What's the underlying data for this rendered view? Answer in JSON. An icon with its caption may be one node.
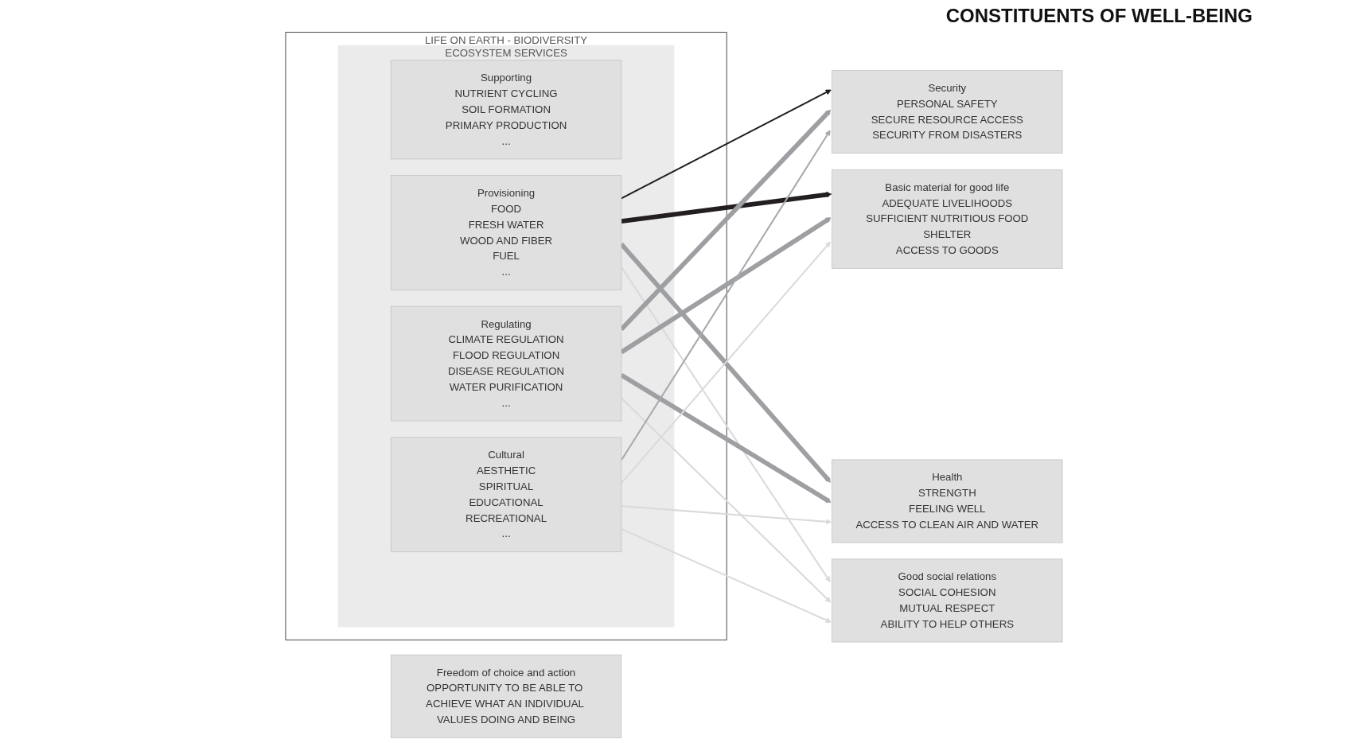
{
  "diagram": {
    "nodes": [
      {
        "text": [
          "LIFE ON EARTH - BIODIVERSITY"
        ]
      },
      {
        "text": [
          "ECOSYSTEM SERVICES"
        ],
        "in": 0
      },
      {
        "text": [
          "Supporting",
          "NUTRIENT CYCLING",
          "SOIL FORMATION",
          "PRIMARY PRODUCTION",
          "..."
        ],
        "in": 1
      },
      {
        "text": [
          "Provisioning",
          "FOOD",
          "FRESH WATER",
          "WOOD AND FIBER",
          "FUEL",
          "..."
        ],
        "in": 1
      },
      {
        "text": [
          "Regulating",
          "CLIMATE REGULATION",
          "FLOOD REGULATION",
          "DISEASE REGULATION",
          "WATER PURIFICATION",
          "..."
        ],
        "in": 1
      },
      {
        "text": [
          "Cultural",
          "AESTHETIC",
          "SPIRITUAL",
          "EDUCATIONAL",
          "RECREATIONAL",
          "..."
        ],
        "in": 1
      },
      {
        "text": [
          "Security",
          "PERSONAL SAFETY",
          "SECURE RESOURCE ACCESS",
          "SECURITY FROM DISASTERS"
        ]
      },
      {
        "text": [
          "Basic material for good life",
          "ADEQUATE LIVELIHOODS",
          "SUFFICIENT NUTRITIOUS FOOD",
          "SHELTER",
          "ACCESS TO GOODS"
        ]
      },
      {
        "text": [
          "Health",
          "STRENGTH",
          "FEELING WELL",
          "ACCESS TO CLEAN AIR AND WATER"
        ]
      },
      {
        "text": [
          "Good social relations",
          "SOCIAL COHESION",
          "MUTUAL RESPECT",
          "ABILITY TO HELP OTHERS"
        ]
      },
      {
        "text": [
          "Freedom of choice and action",
          "OPPORTUNITY TO BE ABLE TO ACHIEVE WHAT AN INDIVIDUAL VALUES DOING AND BEING"
        ]
      }
    ],
    "edges": [
      {
        "from": 3,
        "to": 6,
        "arrow": "to",
        "color": "#231f20"
      },
      {
        "from": 3,
        "to": 7,
        "arrow": "to",
        "style": "thick",
        "color": "#231f20"
      },
      {
        "from": 3,
        "to": 8,
        "arrow": "to",
        "style": "thick",
        "color": "#9d9fa2"
      },
      {
        "from": 3,
        "to": 9,
        "arrow": "to",
        "color": "#d9dadb"
      },
      {
        "from": 4,
        "to": 6,
        "arrow": "to",
        "style": "thick",
        "color": "#9d9fa2"
      },
      {
        "from": 4,
        "to": 7,
        "arrow": "to",
        "style": "thick",
        "color": "#9d9fa2"
      },
      {
        "from": 4,
        "to": 8,
        "arrow": "to",
        "style": "thick",
        "color": "#9d9fa2"
      },
      {
        "from": 4,
        "to": 9,
        "arrow": "to",
        "color": "#d9dadb"
      },
      {
        "from": 5,
        "to": 6,
        "arrow": "to",
        "color": "#a7a9ac"
      },
      {
        "from": 5,
        "to": 7,
        "arrow": "to",
        "color": "#d9dadb"
      },
      {
        "from": 5,
        "to": 8,
        "arrow": "to",
        "color": "#d9dadb"
      },
      {
        "from": 5,
        "to": 9,
        "arrow": "to",
        "color": "#d9dadb"
      }
    ],
    "labels": [
      "CONSTITUENTS OF WELL-BEING"
    ]
  }
}
